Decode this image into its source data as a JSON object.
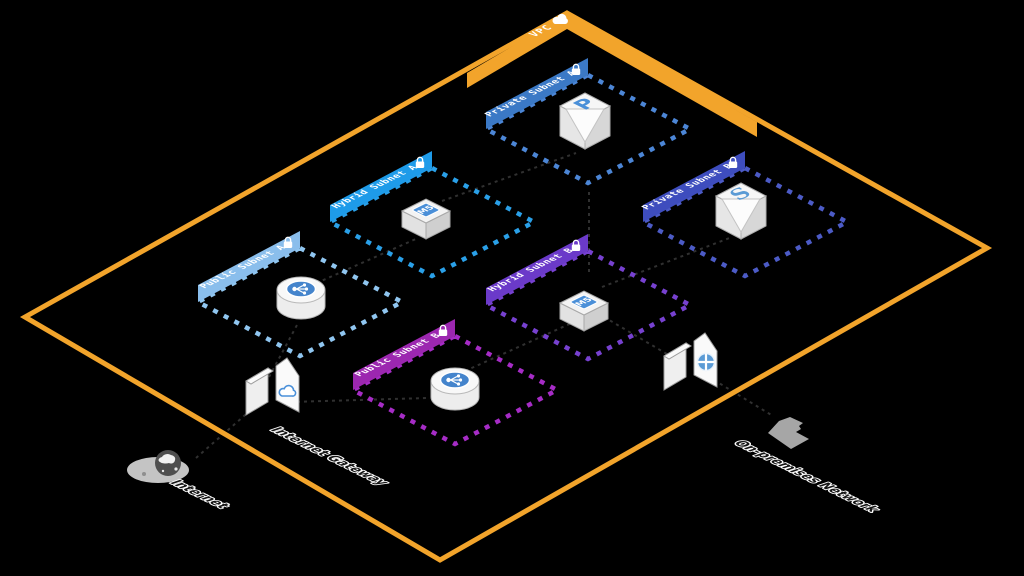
{
  "diagram": {
    "title_vpc": "VPC",
    "colors": {
      "vpc_border": "#F2A42B",
      "connection_line": "#303030",
      "label_text": "#151515",
      "label_outline": "#FFFFFF",
      "instance_badge": "#4A8FD8",
      "lb_disc": "#4484CC",
      "gateway_icon_blue": "#4A90D9",
      "vgw_icon_blue": "#5B9BD5"
    },
    "subnets": [
      {
        "label": "Public Subnet A",
        "banner": "#8ABEEC",
        "dash": "#90C6F0"
      },
      {
        "label": "Hybrid Subnet A",
        "banner": "#1E9BE9",
        "dash": "#2AA0E8"
      },
      {
        "label": "Private Subnet A",
        "banner": "#3B79C6",
        "dash": "#4C86D6"
      },
      {
        "label": "Public Subnet B",
        "banner": "#9C27B0",
        "dash": "#A62CC6"
      },
      {
        "label": "Hybrid Subnet B",
        "banner": "#6B3AC9",
        "dash": "#7741D0"
      },
      {
        "label": "Private Subnet B",
        "banner": "#3E4DBE",
        "dash": "#4C5BC6"
      }
    ],
    "resources": {
      "instance_a_label": "M5",
      "instance_b_label": "M5",
      "db_a_label": "P",
      "db_b_label": "S"
    },
    "external": {
      "internet": "Internet",
      "internet_gateway": "Internet Gateway",
      "on_premises": "On-premises Network"
    },
    "icons": {
      "subnet_banner": "lock-icon",
      "vpc_badge": "cloud-icon",
      "internet": "globe-icon",
      "internet_gateway": "gateway-cloud-icon",
      "vpn_gateway": "gateway-crosshair-icon",
      "on_premises": "building-icon",
      "load_balancer": "elb-branch-icon"
    }
  }
}
